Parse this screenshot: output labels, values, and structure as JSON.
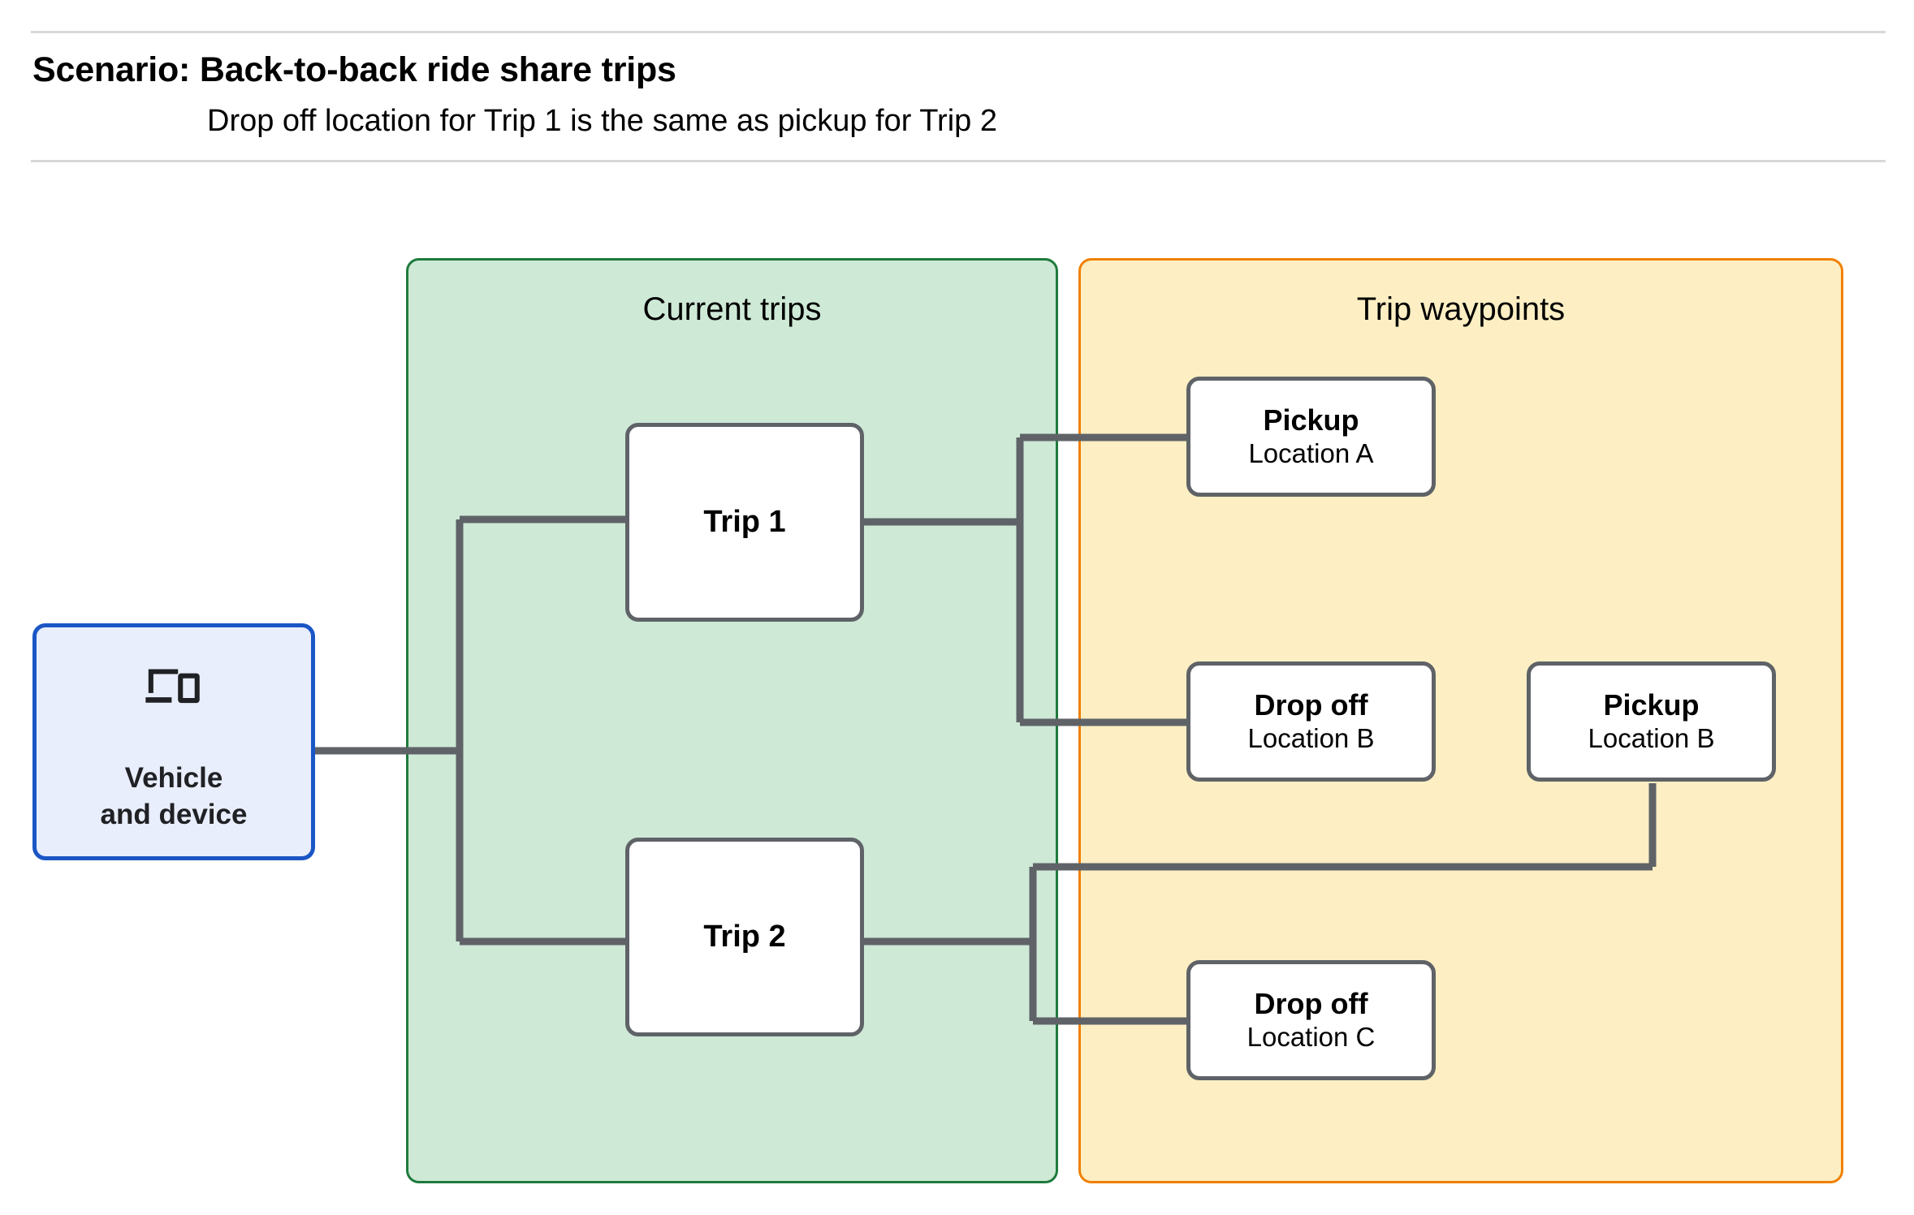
{
  "header": {
    "title": "Scenario: Back-to-back ride share trips",
    "subtitle": "Drop off  location for Trip 1 is the same as pickup for Trip 2"
  },
  "groups": {
    "current_trips": {
      "title": "Current trips",
      "fill": "#cee9d6",
      "stroke": "#1e7a3c"
    },
    "trip_waypoints": {
      "title": "Trip waypoints",
      "fill": "#fdefc3",
      "stroke": "#f08000"
    }
  },
  "vehicle": {
    "label": "Vehicle\nand device",
    "icon": "devices-icon",
    "fill": "#e8eefc",
    "stroke": "#1a56c4"
  },
  "trips": [
    {
      "id": "trip-1",
      "label": "Trip 1"
    },
    {
      "id": "trip-2",
      "label": "Trip 2"
    }
  ],
  "waypoints": [
    {
      "id": "pickup-a",
      "title": "Pickup",
      "location": "Location A"
    },
    {
      "id": "dropoff-b",
      "title": "Drop off",
      "location": "Location B"
    },
    {
      "id": "pickup-b",
      "title": "Pickup",
      "location": "Location B"
    },
    {
      "id": "dropoff-c",
      "title": "Drop off",
      "location": "Location C"
    }
  ],
  "colors": {
    "connector": "#5f6368",
    "node_border": "#5f6368",
    "node_fill": "#ffffff",
    "rule": "#d8d8d8",
    "text": "#000000"
  }
}
